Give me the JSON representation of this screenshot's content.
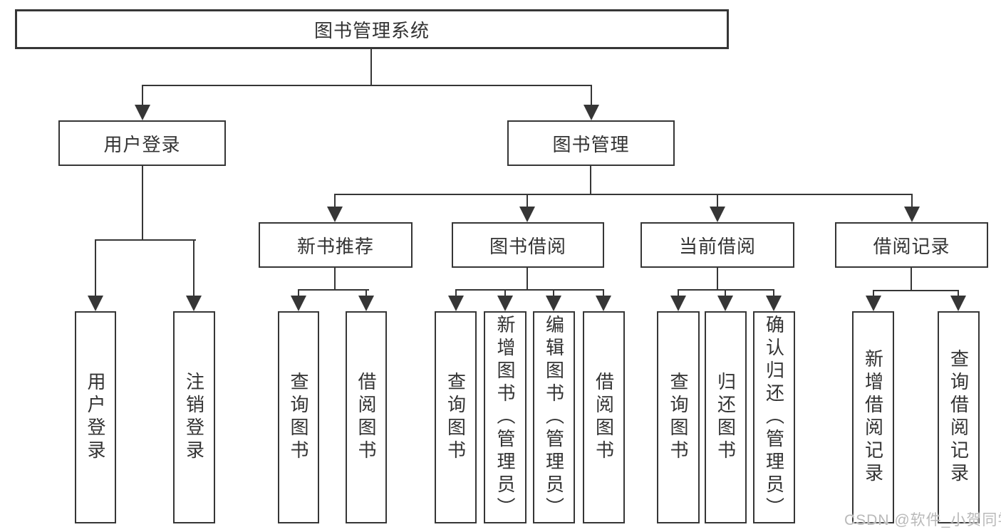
{
  "tree": {
    "root": {
      "label": "图书管理系统"
    },
    "branches": [
      {
        "label": "用户登录",
        "children": [
          {
            "label": "用户登录"
          },
          {
            "label": "注销登录"
          }
        ]
      },
      {
        "label": "图书管理",
        "children": [
          {
            "label": "新书推荐",
            "children": [
              {
                "label": "查询图书"
              },
              {
                "label": "借阅图书"
              }
            ]
          },
          {
            "label": "图书借阅",
            "children": [
              {
                "label": "查询图书"
              },
              {
                "label": "新增图书（管理员）"
              },
              {
                "label": "编辑图书（管理员）"
              },
              {
                "label": "借阅图书"
              }
            ]
          },
          {
            "label": "当前借阅",
            "children": [
              {
                "label": "查询图书"
              },
              {
                "label": "归还图书"
              },
              {
                "label": "确认归还（管理员）"
              }
            ]
          },
          {
            "label": "借阅记录",
            "children": [
              {
                "label": "新增借阅记录"
              },
              {
                "label": "查询借阅记录"
              }
            ]
          }
        ]
      }
    ]
  },
  "watermark": "CSDN @软件_小贺同学",
  "colors": {
    "line": "#363636",
    "text": "#333333",
    "background": "#ffffff",
    "watermark": "#b9b9b9"
  }
}
